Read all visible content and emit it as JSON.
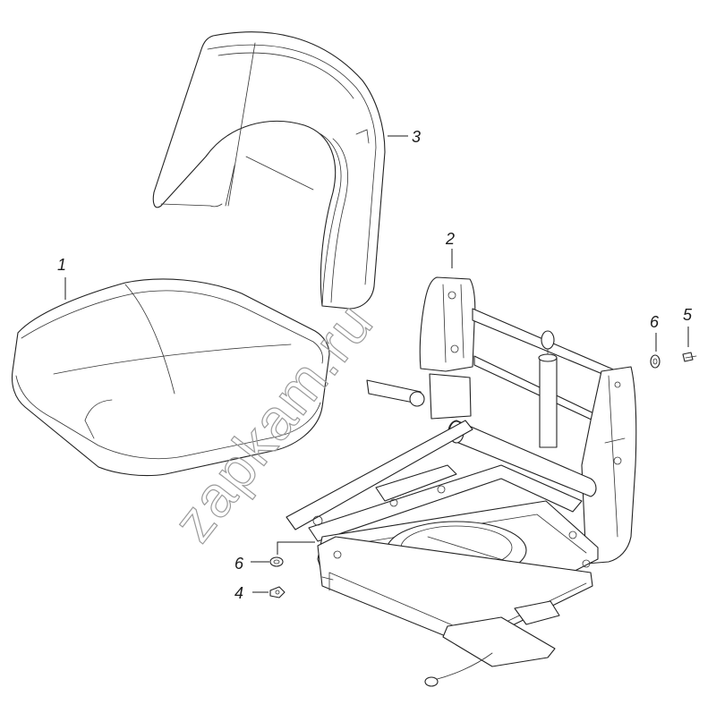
{
  "watermark": "zapkam.ru",
  "corner_mark": "",
  "callouts": [
    {
      "id": "1",
      "label": "1",
      "part": "seat-cushion"
    },
    {
      "id": "2",
      "label": "2",
      "part": "seat-frame"
    },
    {
      "id": "3",
      "label": "3",
      "part": "backrest"
    },
    {
      "id": "4",
      "label": "4",
      "part": "nut"
    },
    {
      "id": "5",
      "label": "5",
      "part": "bolt"
    },
    {
      "id": "6a",
      "label": "6",
      "part": "washer"
    },
    {
      "id": "6b",
      "label": "6",
      "part": "washer"
    }
  ]
}
